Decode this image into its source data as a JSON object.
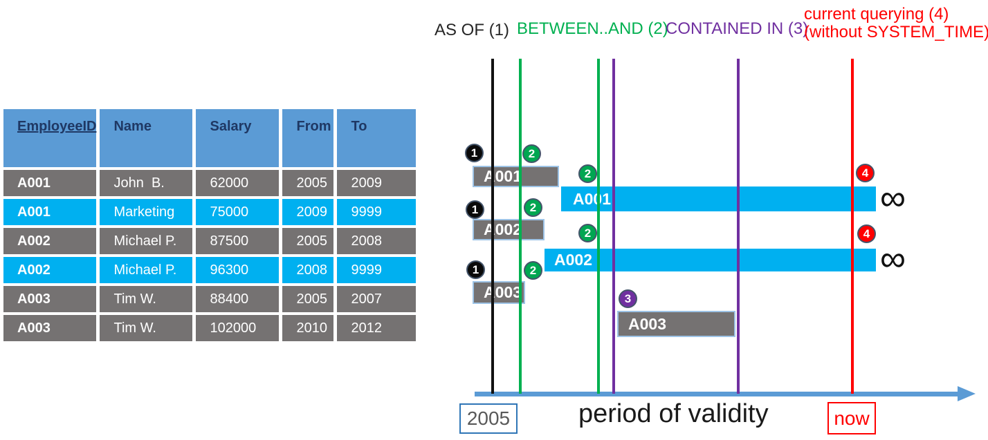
{
  "table": {
    "headers": [
      "EmployeeID",
      "Name",
      "Salary",
      "From",
      "To"
    ],
    "rows": [
      {
        "employee_id": "A001",
        "name": "John  B.",
        "salary": "62000",
        "from": "2005",
        "to": "2009",
        "style": "gray"
      },
      {
        "employee_id": "A001",
        "name": "Marketing",
        "salary": "75000",
        "from": "2009",
        "to": "9999",
        "style": "cyan"
      },
      {
        "employee_id": "A002",
        "name": "Michael P.",
        "salary": "87500",
        "from": "2005",
        "to": "2008",
        "style": "gray"
      },
      {
        "employee_id": "A002",
        "name": "Michael P.",
        "salary": "96300",
        "from": "2008",
        "to": "9999",
        "style": "cyan"
      },
      {
        "employee_id": "A003",
        "name": "Tim W.",
        "salary": "88400",
        "from": "2005",
        "to": "2007",
        "style": "gray"
      },
      {
        "employee_id": "A003",
        "name": "Tim W.",
        "salary": "102000",
        "from": "2010",
        "to": "2012",
        "style": "gray"
      }
    ]
  },
  "legend": {
    "as_of": "AS OF (1)",
    "between_and": "BETWEEN..AND (2)",
    "contained_in": "CONTAINED IN (3)",
    "current_querying_line1": "current querying (4)",
    "current_querying_line2": "(without SYSTEM_TIME)"
  },
  "diagram": {
    "bars": [
      {
        "label": "A001",
        "kind": "gray"
      },
      {
        "label": "A001",
        "kind": "cyan-to-infinity"
      },
      {
        "label": "A002",
        "kind": "gray"
      },
      {
        "label": "A002",
        "kind": "cyan-to-infinity"
      },
      {
        "label": "A003",
        "kind": "gray"
      },
      {
        "label": "A003",
        "kind": "gray"
      }
    ],
    "badges": [
      {
        "n": "1",
        "color": "black"
      },
      {
        "n": "2",
        "color": "green"
      },
      {
        "n": "2",
        "color": "green"
      },
      {
        "n": "1",
        "color": "black"
      },
      {
        "n": "2",
        "color": "green"
      },
      {
        "n": "2",
        "color": "green"
      },
      {
        "n": "1",
        "color": "black"
      },
      {
        "n": "2",
        "color": "green"
      },
      {
        "n": "3",
        "color": "purple"
      },
      {
        "n": "4",
        "color": "red"
      },
      {
        "n": "4",
        "color": "red"
      }
    ],
    "infinity": "∞",
    "axis": {
      "start_label": "2005",
      "title": "period of validity",
      "end_label": "now"
    }
  },
  "colors": {
    "header_blue": "#5B9BD5",
    "header_text": "#1F3864",
    "row_gray": "#757272",
    "row_cyan": "#00B0F0",
    "bar_border": "#9DC3E6",
    "line_black": "#111111",
    "line_green": "#00B050",
    "line_purple": "#7030A0",
    "line_red": "#FF0000",
    "axis_blue": "#5B9BD5"
  }
}
